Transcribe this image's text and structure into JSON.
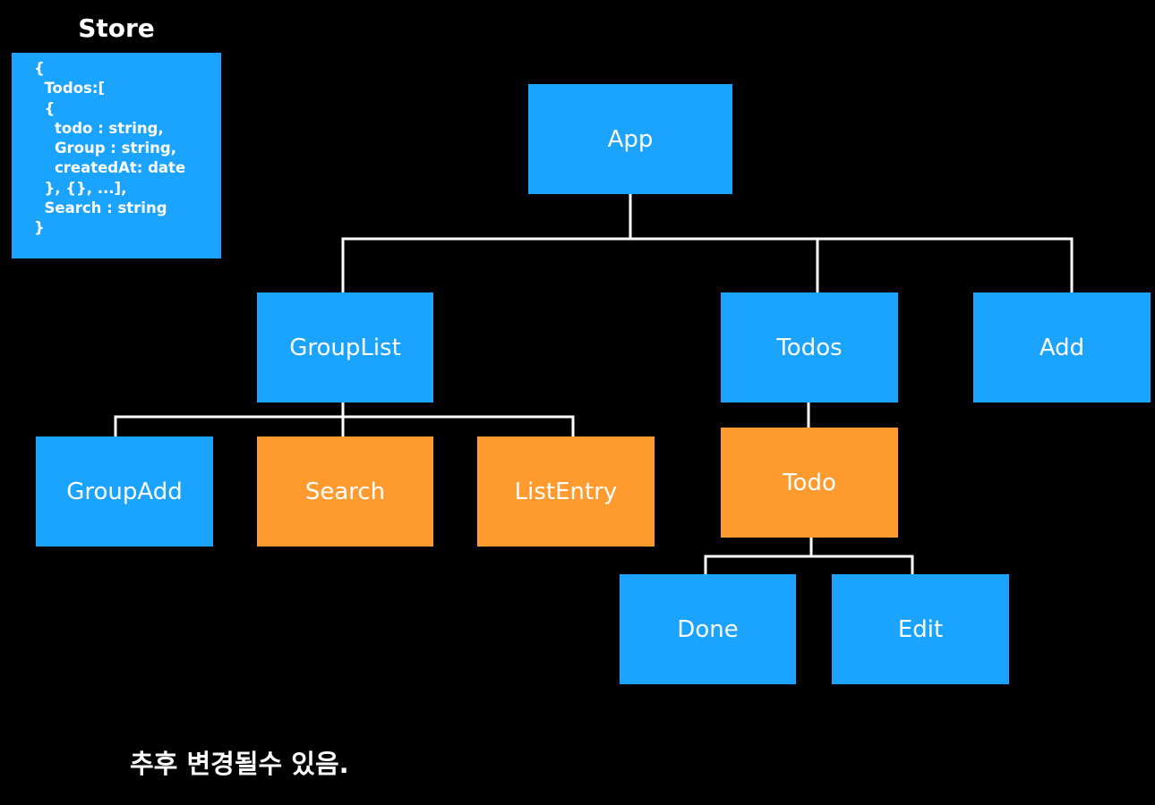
{
  "colors": {
    "background": "#000000",
    "component": "#1aa3ff",
    "connected": "#ff9a2e",
    "line": "#ffffff",
    "text": "#ffffff"
  },
  "store": {
    "title": "Store",
    "lines": [
      "{",
      "  Todos:[",
      "  {",
      "    todo : string,",
      "    Group : string,",
      "    createdAt: date",
      "  }, {}, ...],",
      "  Search : string",
      "}"
    ]
  },
  "nodes": {
    "app": "App",
    "grouplist": "GroupList",
    "todos": "Todos",
    "add": "Add",
    "groupadd": "GroupAdd",
    "search": "Search",
    "listentry": "ListEntry",
    "todo": "Todo",
    "done": "Done",
    "edit": "Edit"
  },
  "edges": [
    [
      "app",
      "grouplist"
    ],
    [
      "app",
      "todos"
    ],
    [
      "app",
      "add"
    ],
    [
      "grouplist",
      "groupadd"
    ],
    [
      "grouplist",
      "search"
    ],
    [
      "grouplist",
      "listentry"
    ],
    [
      "todos",
      "todo"
    ],
    [
      "todo",
      "done"
    ],
    [
      "todo",
      "edit"
    ]
  ],
  "footnote": "추후 변경될수 있음."
}
